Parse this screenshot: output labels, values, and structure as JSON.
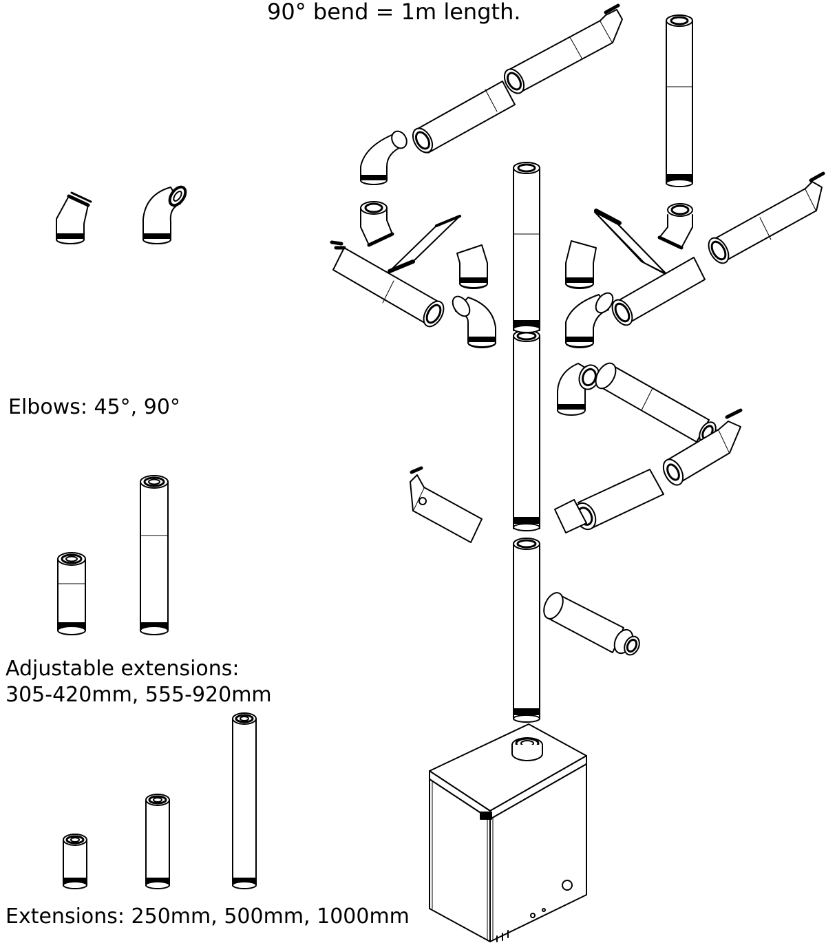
{
  "header": {
    "note": "90° bend = 1m length."
  },
  "legend": {
    "elbows": "Elbows: 45°, 90°",
    "adjustable_line1": "Adjustable extensions:",
    "adjustable_line2": "305-420mm, 555-920mm",
    "extensions": "Extensions: 250mm, 500mm, 1000mm"
  },
  "style": {
    "stroke": "#000000",
    "fill": "#ffffff",
    "band": "#000000"
  }
}
